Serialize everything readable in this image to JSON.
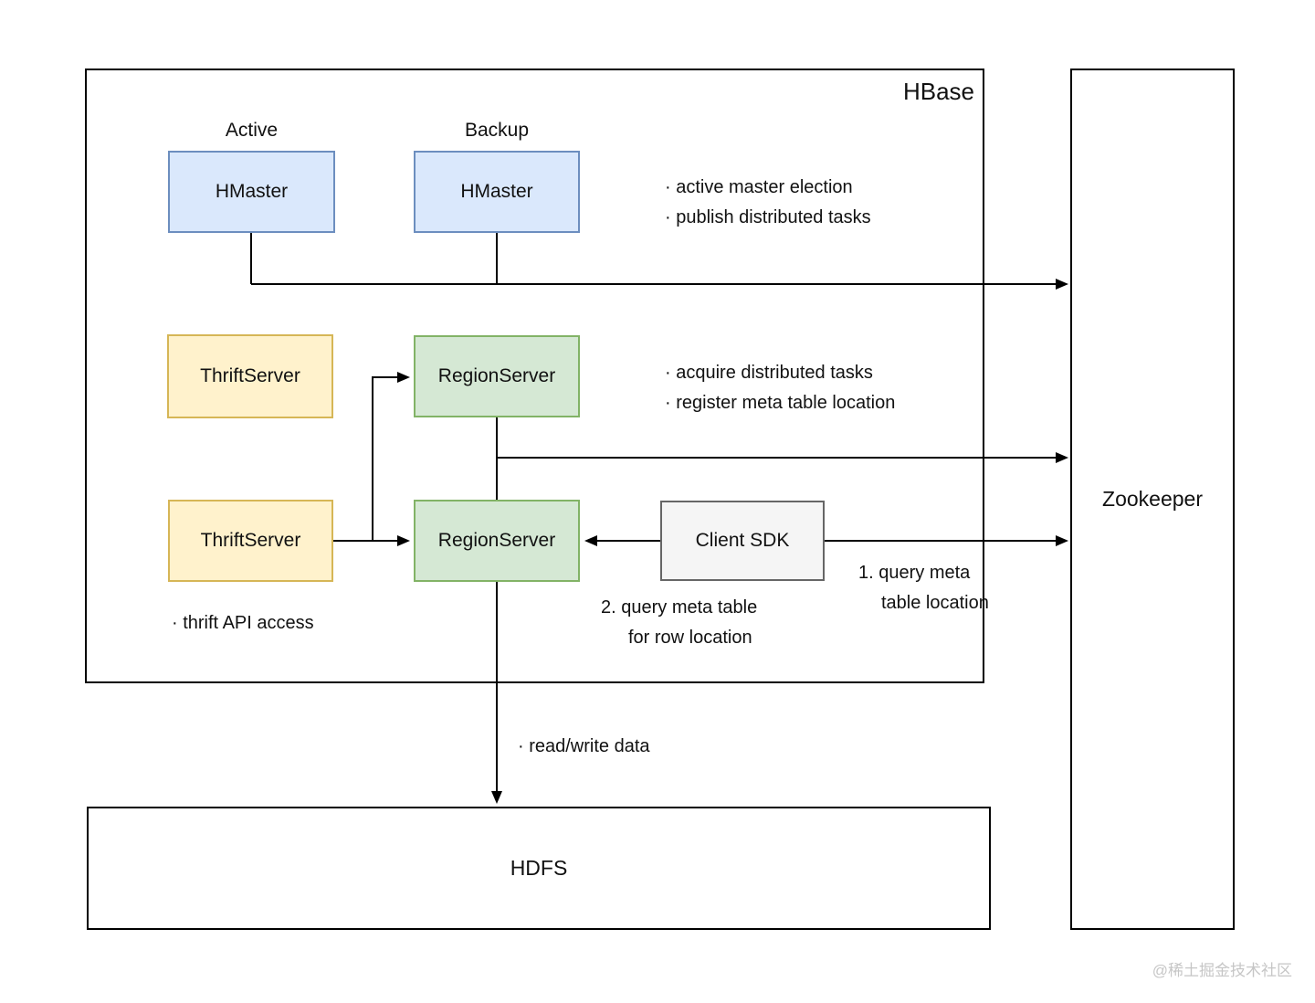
{
  "diagram": {
    "hbase_label": "HBase",
    "zookeeper_label": "Zookeeper",
    "hdfs_label": "HDFS",
    "captions": {
      "active": "Active",
      "backup": "Backup"
    },
    "nodes": {
      "hmaster_active": "HMaster",
      "hmaster_backup": "HMaster",
      "thrift_server_1": "ThriftServer",
      "thrift_server_2": "ThriftServer",
      "region_server_1": "RegionServer",
      "region_server_2": "RegionServer",
      "client_sdk": "Client SDK"
    },
    "notes": {
      "zookeeper_master": [
        "· active master election",
        "· publish distributed tasks"
      ],
      "zookeeper_region": [
        "· acquire distributed tasks",
        "· register meta table location"
      ],
      "query_meta_location": [
        "1. query meta",
        "table location"
      ],
      "query_meta_row": [
        "2. query meta table",
        "for row location"
      ],
      "thrift_api": "· thrift API access",
      "read_write": "· read/write data"
    },
    "watermark": "@稀土掘金技术社区",
    "colors": {
      "blue_fill": "#dae8fc",
      "blue_border": "#6c8ebf",
      "yellow_fill": "#fff2cc",
      "yellow_border": "#d6b656",
      "green_fill": "#d5e8d4",
      "green_border": "#82b366",
      "gray_fill": "#f5f5f5",
      "gray_border": "#666666",
      "line": "#000000",
      "watermark": "#c6c6c6"
    }
  }
}
